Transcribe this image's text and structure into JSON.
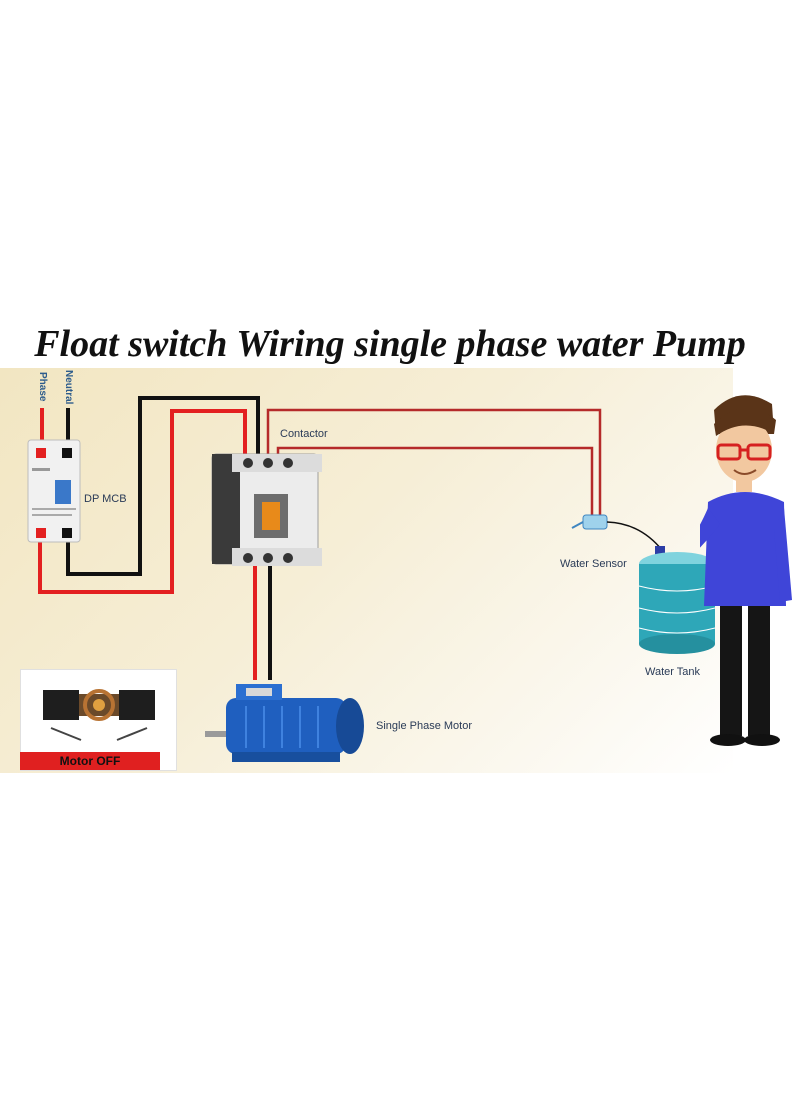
{
  "title": "Float switch Wiring single phase water Pump",
  "labels": {
    "phase": "Phase",
    "neutral": "Neutral",
    "dp_mcb": "DP MCB",
    "contactor": "Contactor",
    "water_sensor": "Water Sensor",
    "water_tank": "Water Tank",
    "single_phase_motor": "Single Phase Motor",
    "motor_off": "Motor OFF"
  },
  "colors": {
    "phase_wire": "#e32020",
    "neutral_wire": "#111111",
    "control_wire": "#b52a2a",
    "motor_blue": "#1f5fbf",
    "tank_teal": "#2ea7b8",
    "shirt_blue": "#3f45d8",
    "badge_red": "#e02020"
  }
}
